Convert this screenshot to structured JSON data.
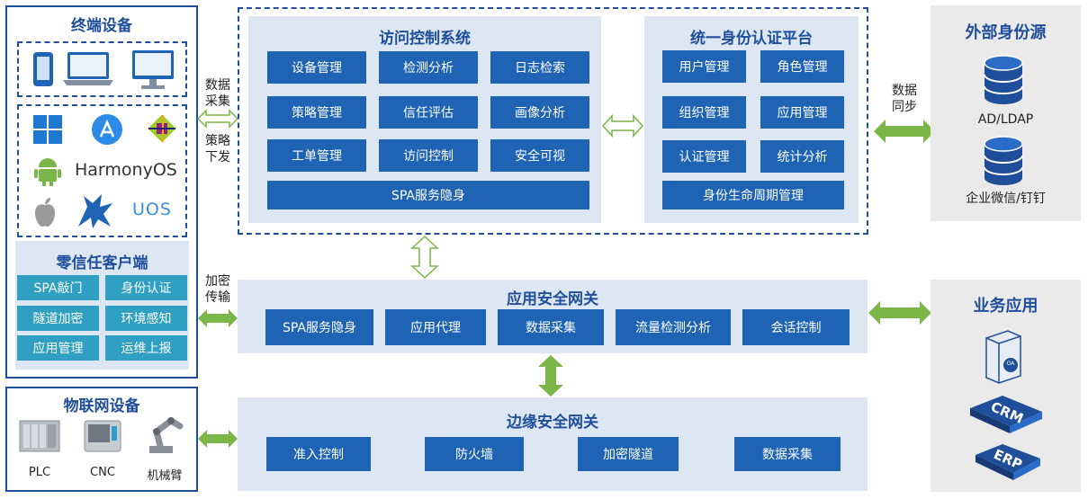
{
  "terminal": {
    "title": "终端设备",
    "harmony": "HarmonyOS",
    "uos": "UOS"
  },
  "zt_client": {
    "title": "零信任客户端",
    "items": [
      "SPA敲门",
      "身份认证",
      "隧道加密",
      "环境感知",
      "应用管理",
      "运维上报"
    ]
  },
  "iot": {
    "title": "物联网设备",
    "items": [
      "PLC",
      "CNC",
      "机械臂"
    ]
  },
  "flows": {
    "collect_1": "数据",
    "collect_2": "采集",
    "policy_1": "策略",
    "policy_2": "下发",
    "enc_1": "加密",
    "enc_2": "传输",
    "sync_1": "数据",
    "sync_2": "同步"
  },
  "acs": {
    "title": "访问控制系统",
    "items": [
      "设备管理",
      "检测分析",
      "日志检索",
      "策略管理",
      "信任评估",
      "画像分析",
      "工单管理",
      "访问控制",
      "安全可视"
    ],
    "wide": "SPA服务隐身"
  },
  "idp": {
    "title": "统一身份认证平台",
    "items": [
      "用户管理",
      "角色管理",
      "组织管理",
      "应用管理",
      "认证管理",
      "统计分析"
    ],
    "wide": "身份生命周期管理"
  },
  "ext": {
    "title": "外部身份源",
    "items": [
      "AD/LDAP",
      "企业微信/钉钉"
    ]
  },
  "appgw": {
    "title": "应用安全网关",
    "items": [
      "SPA服务隐身",
      "应用代理",
      "数据采集",
      "流量检测分析",
      "会话控制"
    ]
  },
  "biz": {
    "title": "业务应用",
    "oa": "OA",
    "crm": "CRM",
    "erp": "ERP"
  },
  "edgegw": {
    "title": "边缘安全网关",
    "items": [
      "准入控制",
      "防火墙",
      "加密隧道",
      "数据采集"
    ]
  },
  "colors": {
    "blue": "#1f64b4",
    "teal": "#2fa0c2",
    "panel": "#dde7f3",
    "green": "#7ab648",
    "title": "#1f4e9a"
  }
}
